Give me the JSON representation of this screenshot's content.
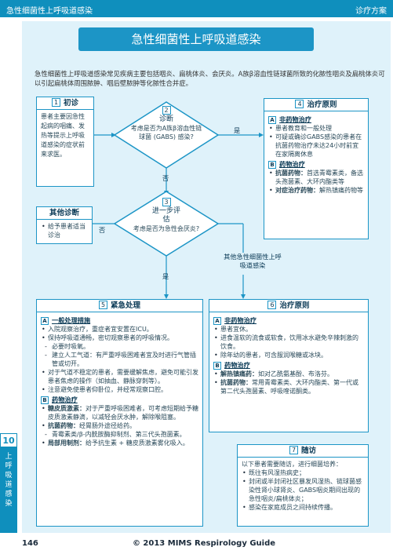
{
  "header": {
    "left": "急性细菌性上呼吸道感染",
    "right": "诊疗方案"
  },
  "title": "急性细菌性上呼吸道感染",
  "intro": "急性细菌性上呼吸道感染常见疾病主要包括咽炎、扁桃体炎、会厌炎。A族β溶血性链球菌所致的化脓性咽炎及扁桃体炎可以引起扁桃体周围脓肿、咽后壁脓肿等化脓性合并症。",
  "box1": {
    "num": "1",
    "title": "初诊",
    "text": "患者主要因急性起病的咽痛、发热等提示上呼吸道感染的症状前来求医。"
  },
  "diamond2": {
    "num": "2",
    "title": "诊断",
    "text": "考虑是否为A族β溶血性链球菌 (GABS) 感染?"
  },
  "diamond3": {
    "num": "3",
    "title": "进一步评估",
    "text": "考虑是否为急性会厌炎?"
  },
  "labels": {
    "yes1": "是",
    "no1": "否",
    "no2": "否",
    "yes2": "是",
    "other": "其他急性细菌性上呼吸道感染"
  },
  "box_other": {
    "title": "其他诊断",
    "items": [
      "给予患者适当诊治"
    ]
  },
  "box4": {
    "num": "4",
    "title": "治疗原则",
    "secA": {
      "tag": "A",
      "title": "非药物治疗",
      "items": [
        "患者教育和一般处理",
        "可疑或确诊GABS感染的患者在抗菌药物治疗未达24小时前宜在家隔离休息"
      ]
    },
    "secB": {
      "tag": "B",
      "title": "药物治疗",
      "items": [
        {
          "bold": "抗菌药物：",
          "text": "首选青霉素类，备选头孢菌素、大环内酯类等"
        },
        {
          "bold": "对症治疗药物：",
          "text": "解热镇痛药物等"
        }
      ]
    }
  },
  "box5": {
    "num": "5",
    "title": "紧急处理",
    "secA": {
      "tag": "A",
      "title": "一般处理措施",
      "items": [
        {
          "t": "入院观察治疗，重症者宜安置在ICU。",
          "sub": false
        },
        {
          "t": "保持呼吸道通畅，密切观察患者的呼吸情况。",
          "sub": false
        },
        {
          "t": "必要时吸氧。",
          "sub": true
        },
        {
          "t": "建立人工气道：有严重呼吸困难者宜及时进行气管插管或切开。",
          "sub": true
        },
        {
          "t": "对于气道不稳定的患者，需要缓解焦虑，避免可能引发患者焦虑的操作（如抽血、静脉穿刺等）。",
          "sub": false
        },
        {
          "t": "注意避免使患者仰卧位，并经常观察口腔。",
          "sub": false
        }
      ]
    },
    "secB": {
      "tag": "B",
      "title": "药物治疗",
      "items": [
        {
          "bold": "糖皮质激素：",
          "text": "对于严重呼吸困难者，可考虑短期给予糖皮质激素静滴，以减轻会厌水肿，解除喉阻塞。",
          "sub": false
        },
        {
          "bold": "抗菌药物：",
          "text": "经胃肠外途径给药。",
          "sub": false
        },
        {
          "bold": "",
          "text": "青霉素类/β-内酰胺酶抑制剂、第三代头孢菌素。",
          "sub": true
        },
        {
          "bold": "局部用制剂：",
          "text": "给予抗生素 + 糖皮质激素雾化吸入。",
          "sub": false
        }
      ]
    }
  },
  "box6": {
    "num": "6",
    "title": "治疗原则",
    "secA": {
      "tag": "A",
      "title": "非药物治疗",
      "items": [
        "患者宜休。",
        "进食温软的流食或软食，饮用冰水避免辛辣刺激的饮食。",
        "除年幼的患者，可含服润喉糖或冰块。"
      ]
    },
    "secB": {
      "tag": "B",
      "title": "药物治疗",
      "items": [
        {
          "bold": "解热镇痛药：",
          "text": "如对乙酰氨基酚、布洛芬。"
        },
        {
          "bold": "抗菌药物：",
          "text": "常用青霉素类、大环内酯类、第一代或第二代头孢菌素、呼吸喹诺酮类。"
        }
      ]
    }
  },
  "box7": {
    "num": "7",
    "title": "随访",
    "intro": "以下患者需要随访，进行细菌培养：",
    "items": [
      "既往有风湿热病史；",
      "封闭或半封闭社区暴发风湿热、链球菌感染性肾小球肾炎、GABS咽炎期间出现的急性咽炎/扁桃体炎；",
      "感染在家庭成员之间持续传播。"
    ]
  },
  "side": {
    "num": "10",
    "text": "上呼吸道感染"
  },
  "footer": {
    "page": "146",
    "center": "© 2013 MIMS Respirology Guide"
  },
  "colors": {
    "accent": "#1c95c6",
    "panel": "#dff2fa",
    "header": "#0f8fbd"
  }
}
